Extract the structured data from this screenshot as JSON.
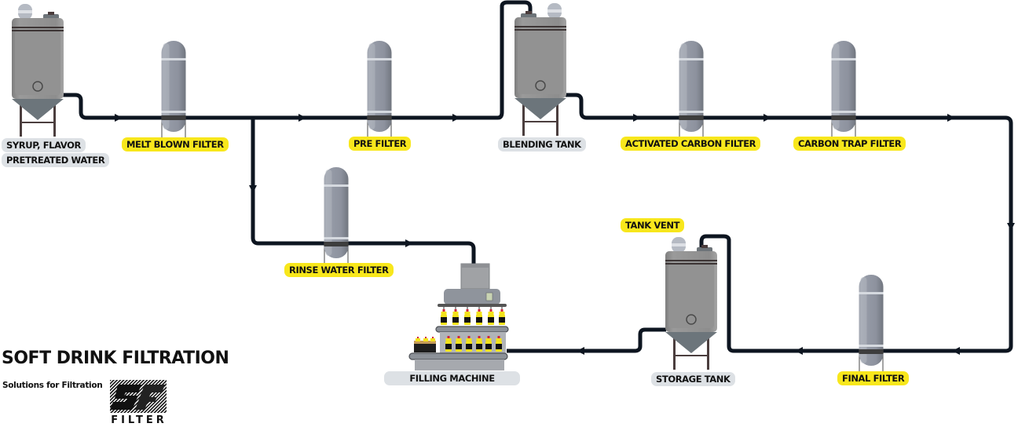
{
  "diagram": {
    "title": "SOFT DRINK FILTRATION",
    "subtitle": "Solutions for Filtration",
    "logo": {
      "text": "FILTER",
      "icon": "sf-filter-logo"
    },
    "colors": {
      "pipe": "#0d1520",
      "filter_label_bg": "#f8e71c",
      "equipment_label_bg": "#dde1e5",
      "tank_body": "#8e8e8e",
      "filter_body": "#9399a5"
    },
    "nodes": [
      {
        "id": "syrup-tank",
        "type": "tank",
        "labels": [
          "SYRUP, FLAVOR",
          "PRETREATED WATER"
        ],
        "label_style": "grey"
      },
      {
        "id": "melt-blown-filter",
        "type": "filter",
        "labels": [
          "MELT BLOWN FILTER"
        ],
        "label_style": "yellow"
      },
      {
        "id": "pre-filter",
        "type": "filter",
        "labels": [
          "PRE FILTER"
        ],
        "label_style": "yellow"
      },
      {
        "id": "blending-tank",
        "type": "tank",
        "labels": [
          "BLENDING TANK"
        ],
        "label_style": "grey"
      },
      {
        "id": "activated-carbon-filter",
        "type": "filter",
        "labels": [
          "ACTIVATED CARBON FILTER"
        ],
        "label_style": "yellow"
      },
      {
        "id": "carbon-trap-filter",
        "type": "filter",
        "labels": [
          "CARBON TRAP FILTER"
        ],
        "label_style": "yellow"
      },
      {
        "id": "final-filter",
        "type": "filter",
        "labels": [
          "FINAL FILTER"
        ],
        "label_style": "yellow"
      },
      {
        "id": "storage-tank",
        "type": "tank",
        "labels": [
          "STORAGE TANK"
        ],
        "label_style": "grey"
      },
      {
        "id": "tank-vent",
        "type": "vent",
        "labels": [
          "TANK VENT"
        ],
        "label_style": "yellow"
      },
      {
        "id": "rinse-water-filter",
        "type": "filter",
        "labels": [
          "RINSE WATER FILTER"
        ],
        "label_style": "yellow"
      },
      {
        "id": "filling-machine",
        "type": "machine",
        "labels": [
          "FILLING MACHINE"
        ],
        "label_style": "grey"
      }
    ],
    "edges": [
      {
        "from": "syrup-tank",
        "to": "melt-blown-filter"
      },
      {
        "from": "melt-blown-filter",
        "to": "pre-filter"
      },
      {
        "from": "pre-filter",
        "to": "blending-tank"
      },
      {
        "from": "blending-tank",
        "to": "activated-carbon-filter"
      },
      {
        "from": "activated-carbon-filter",
        "to": "carbon-trap-filter"
      },
      {
        "from": "carbon-trap-filter",
        "to": "final-filter"
      },
      {
        "from": "final-filter",
        "to": "storage-tank"
      },
      {
        "from": "storage-tank",
        "to": "filling-machine"
      },
      {
        "from": "melt-blown-filter",
        "to": "rinse-water-filter"
      },
      {
        "from": "rinse-water-filter",
        "to": "filling-machine"
      }
    ]
  }
}
